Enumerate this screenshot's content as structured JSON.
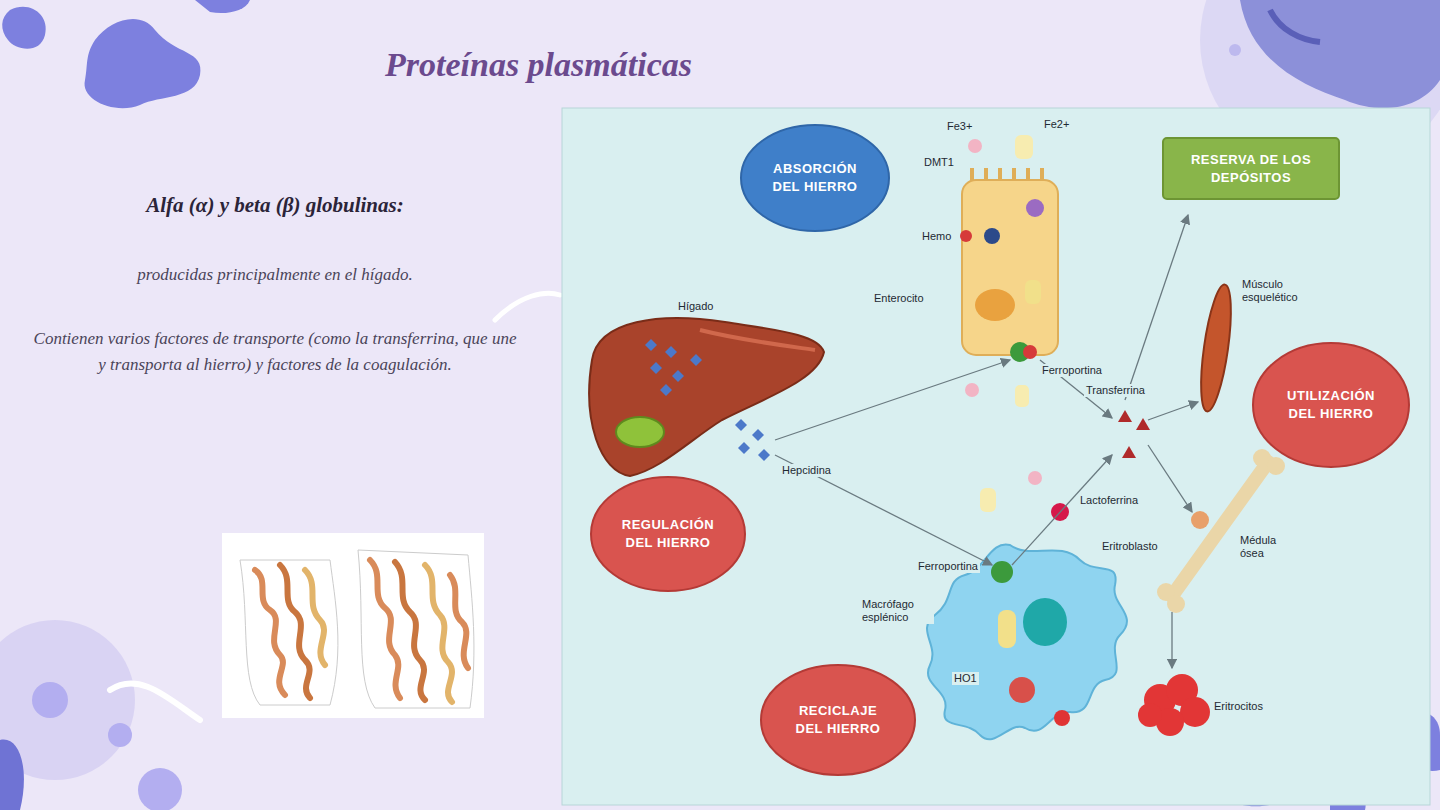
{
  "diagram": {
    "title": "Proteínas plasmáticas",
    "nodes": [
      {
        "text": [
          "ABSORCIÓN DEL HIERRO"
        ]
      },
      {
        "text": [
          "RESERVA DE LOS DEPÓSITOS"
        ]
      },
      {
        "text": [
          "UTILIZACIÓN DEL HIERRO"
        ]
      },
      {
        "text": [
          "REGULACIÓN DEL HIERRO"
        ]
      },
      {
        "text": [
          "RECICLAJE DEL HIERRO"
        ]
      }
    ],
    "labels": [
      "Alfa (α) y beta (β) globulinas:",
      "producidas principalmente en el hígado.",
      "Contienen varios factores de transporte (como la transferrina, que une y transporta al hierro) y factores de la coagulación.",
      "Hígado",
      "Enterocito",
      "Fe3+",
      "Fe2+",
      "Hemo",
      "DMT1",
      "Ferroportina",
      "Hepcidina",
      "Transferrina",
      "Músculo esquelético",
      "Médula ósea",
      "Eritroblasto",
      "Lactoferrina",
      "Ferroportina",
      "Macrófago esplénico",
      "Eritrocitos",
      "HO1"
    ]
  }
}
